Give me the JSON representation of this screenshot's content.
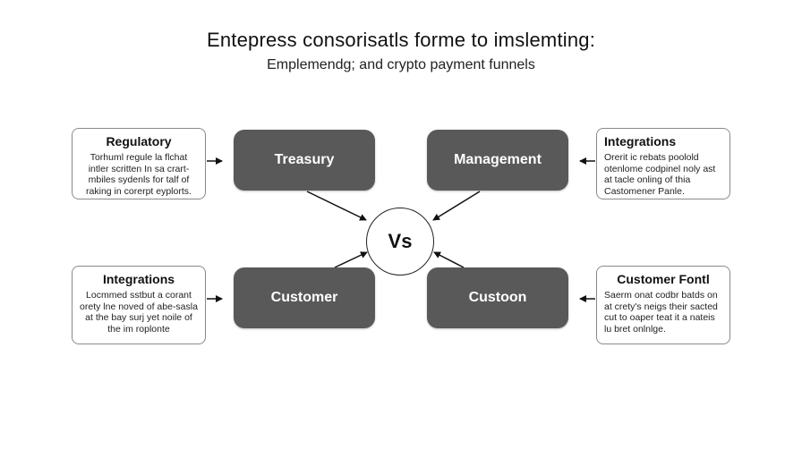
{
  "title": "Entepress consorisatls forme to imslemting:",
  "subtitle": "Emplemendg; and crypto payment funnels",
  "hub": {
    "label": "Vs"
  },
  "nodes": {
    "treasury": "Treasury",
    "management": "Management",
    "customer": "Customer",
    "custoon": "Custoon"
  },
  "notes": {
    "top_left": {
      "title": "Regulatory",
      "text": "Torhuml regule la flchat intler scritten In sa crart-mbiles sydenls for talf of raking in corerpt eyplorts."
    },
    "top_right": {
      "title": "Integrations",
      "text": "Orerit ic rebats poolold otenlome codpinel noly ast at tacle onling of thia Castomener Panle."
    },
    "bottom_left": {
      "title": "Integrations",
      "text": "Locmmed sstbut a corant orety lne noved of abe-sasla at the bay surj yet noile of the im roplonte"
    },
    "bottom_right": {
      "title": "Customer Fontl",
      "text": "Saerm onat codbr batds on at crety's neigs their sacted cut to oaper teat it a nateis lu bret onlnlge."
    }
  }
}
